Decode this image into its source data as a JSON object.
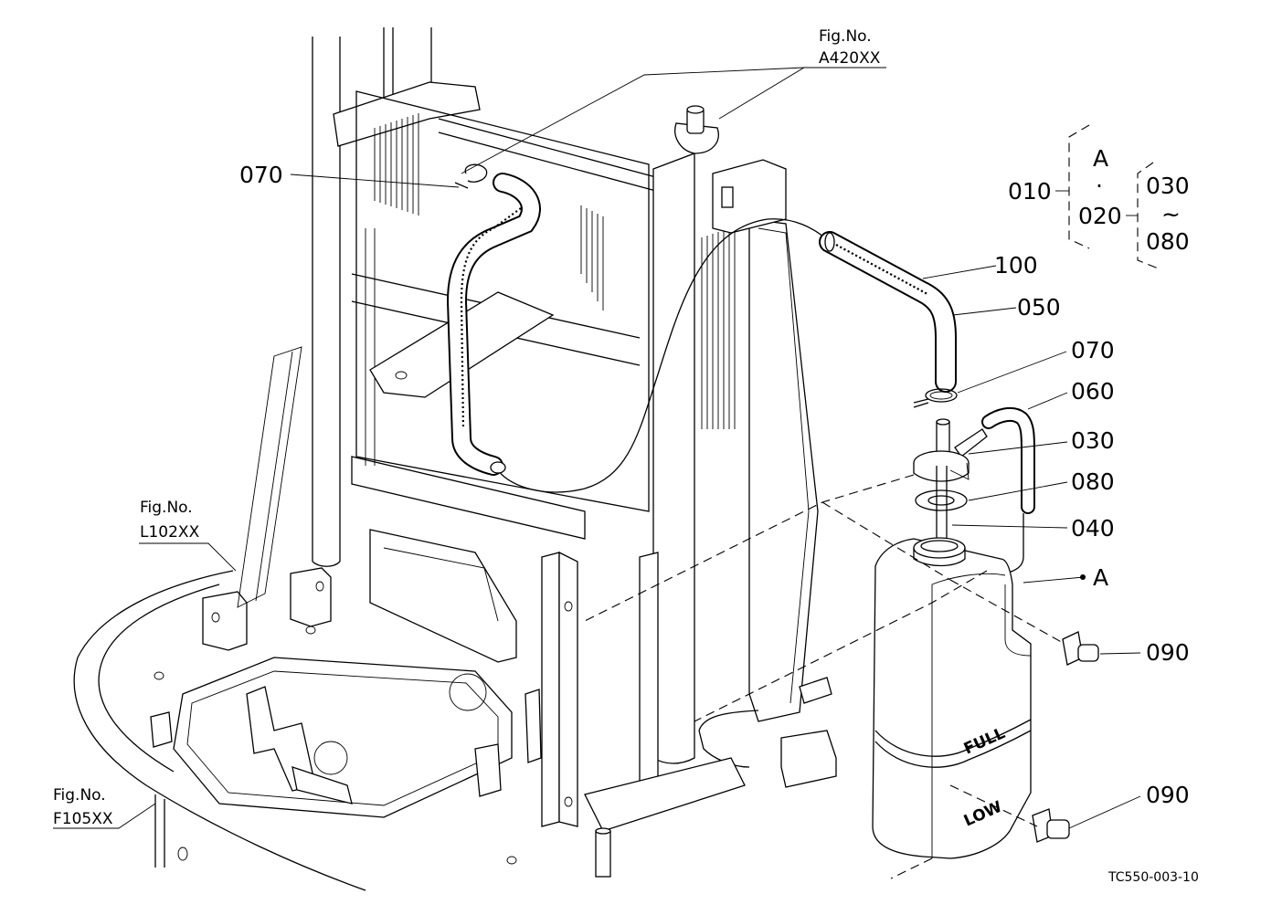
{
  "callouts": {
    "c070_top": "070",
    "c100": "100",
    "c050": "050",
    "c070_right": "070",
    "c060": "060",
    "c030": "030",
    "c080": "080",
    "c040": "040",
    "c090_upper": "090",
    "c090_lower": "090",
    "a_ref": "A"
  },
  "legend": {
    "top": "A",
    "dot": "·",
    "main": "010",
    "sub": "020",
    "range_start": "030",
    "range_tilde": "~",
    "range_end": "080"
  },
  "fig_refs": {
    "a420": {
      "line1": "Fig.No.",
      "line2": "A420XX"
    },
    "l102": {
      "line1": "Fig.No.",
      "line2": "L102XX"
    },
    "f105": {
      "line1": "Fig.No.",
      "line2": "F105XX"
    }
  },
  "tank_marks": {
    "full": "FULL",
    "low": "LOW"
  },
  "drawing_code": "TC550-003-10"
}
